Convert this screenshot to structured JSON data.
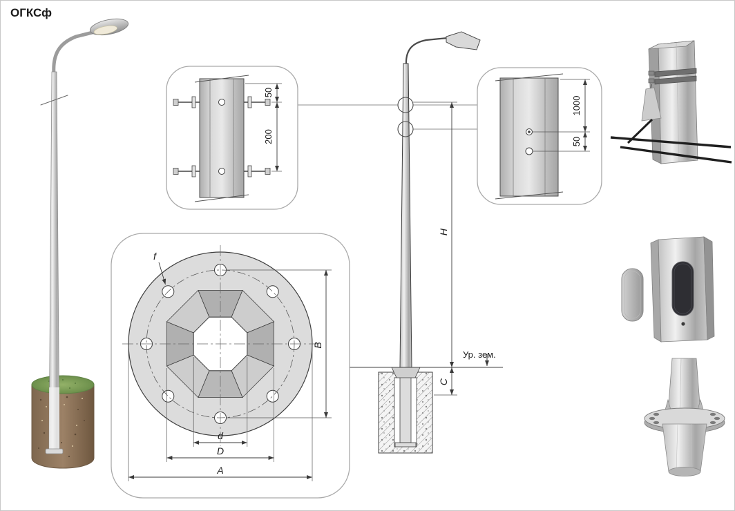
{
  "title": "ОГКСф",
  "callouts": {
    "top_clamp_detail": {
      "dim_top": "50",
      "dim_between": "200"
    },
    "side_hole_detail": {
      "dim_spacing": "1000",
      "dim_offset": "50"
    },
    "flange_plan": {
      "hole_label": "f",
      "vertical_span": "B",
      "inner_hole": "d",
      "bolt_circle": "D",
      "outer_dia": "A"
    }
  },
  "elevation": {
    "height_label": "H",
    "embed_label": "C",
    "ground_label": "Ур. зем."
  },
  "colors": {
    "line": "#3a3a3a",
    "callout_border": "#a9a9a9",
    "metal_light": "#efefef",
    "metal_dark": "#a6a6a6",
    "soil_brown": "#8a6f55",
    "grass_green": "#7fa65a",
    "cable_black": "#1f1f1f"
  }
}
